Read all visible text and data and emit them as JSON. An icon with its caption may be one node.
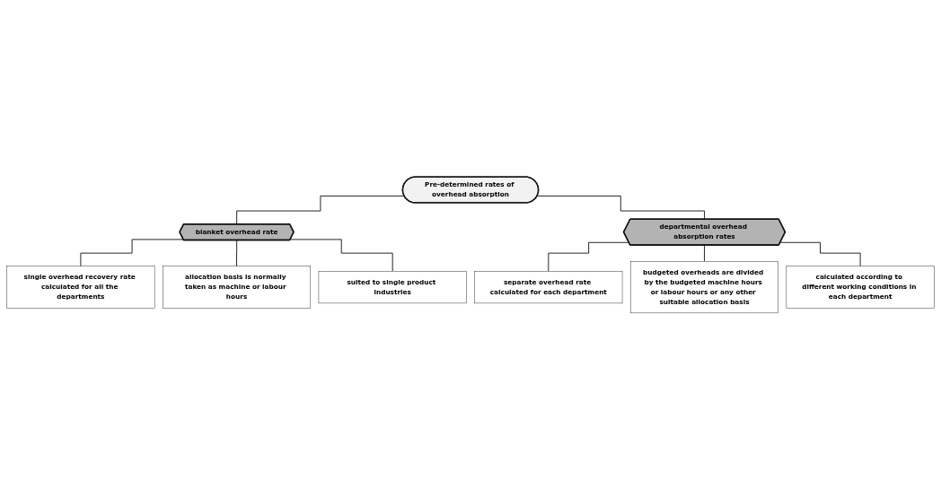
{
  "diagram": {
    "nodes": [
      {
        "text": [
          "Pre-determined rates of overhead absorption"
        ]
      },
      {
        "text": [
          "blanket overhead rate"
        ]
      },
      {
        "text": [
          "departmental overhead absorption rates"
        ]
      },
      {
        "text": [
          "single overhead recovery rate calculated for all the departments"
        ]
      },
      {
        "text": [
          "allocation basis is normally taken as machine or labour hours"
        ]
      },
      {
        "text": [
          "suited to single product industries"
        ]
      },
      {
        "text": [
          "separate overhead rate calculated for each department"
        ]
      },
      {
        "text": [
          "budgeted overheads are divided by the budgeted machine hours or labour hours or any other suitable allocation basis"
        ]
      },
      {
        "text": [
          "calculated according to different working conditions in each department"
        ]
      }
    ],
    "edges": [
      {
        "from": 0,
        "to": 1,
        "arrow": "none"
      },
      {
        "from": 0,
        "to": 2,
        "arrow": "none"
      },
      {
        "from": 1,
        "to": 3,
        "arrow": "none"
      },
      {
        "from": 1,
        "to": 4,
        "arrow": "none"
      },
      {
        "from": 1,
        "to": 5,
        "arrow": "none"
      },
      {
        "from": 2,
        "to": 6,
        "arrow": "none"
      },
      {
        "from": 2,
        "to": 7,
        "arrow": "none"
      },
      {
        "from": 2,
        "to": 8,
        "arrow": "none"
      }
    ]
  }
}
